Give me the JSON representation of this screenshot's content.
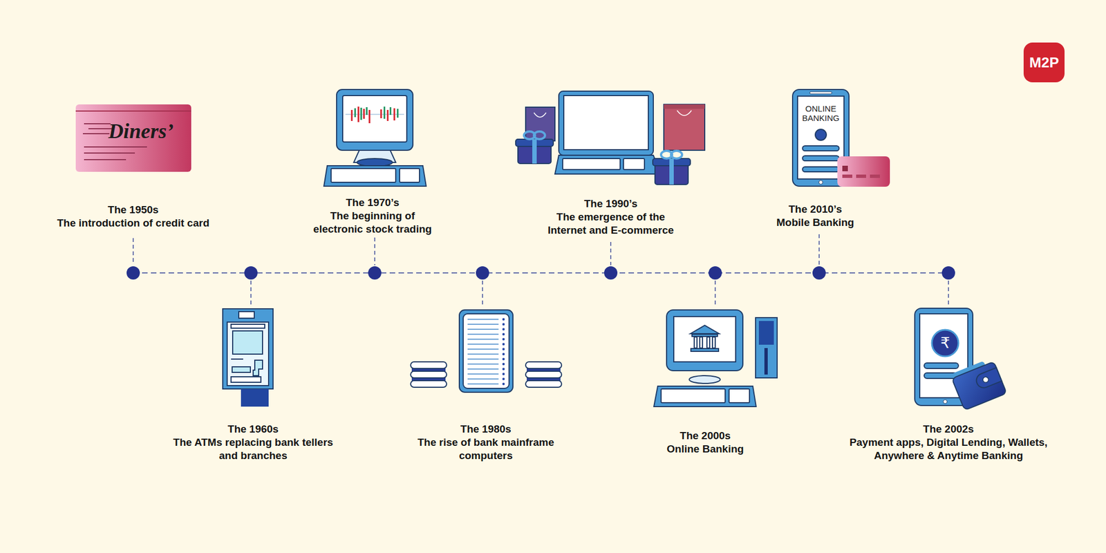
{
  "diagram": {
    "nodes": [
      {
        "text": [
          "M2P"
        ]
      }
    ],
    "labels": [
      "The 1950s",
      "The introduction of credit card",
      "The 1960s",
      "The ATMs replacing bank tellers and branches",
      "The 1970’s",
      "The beginning of electronic stock trading",
      "The 1980s",
      "The rise of bank mainframe computers",
      "The 1990’s",
      "The emergence of the Internet and E-commerce",
      "The 2000s",
      "Online Banking",
      "The 2010’s",
      "Mobile Banking",
      "The 2002s",
      "Payment apps, Digital Lending, Wallets, Anywhere & Anytime Banking",
      "Diners’",
      "ONLINE BANKING",
      "₹"
    ]
  }
}
